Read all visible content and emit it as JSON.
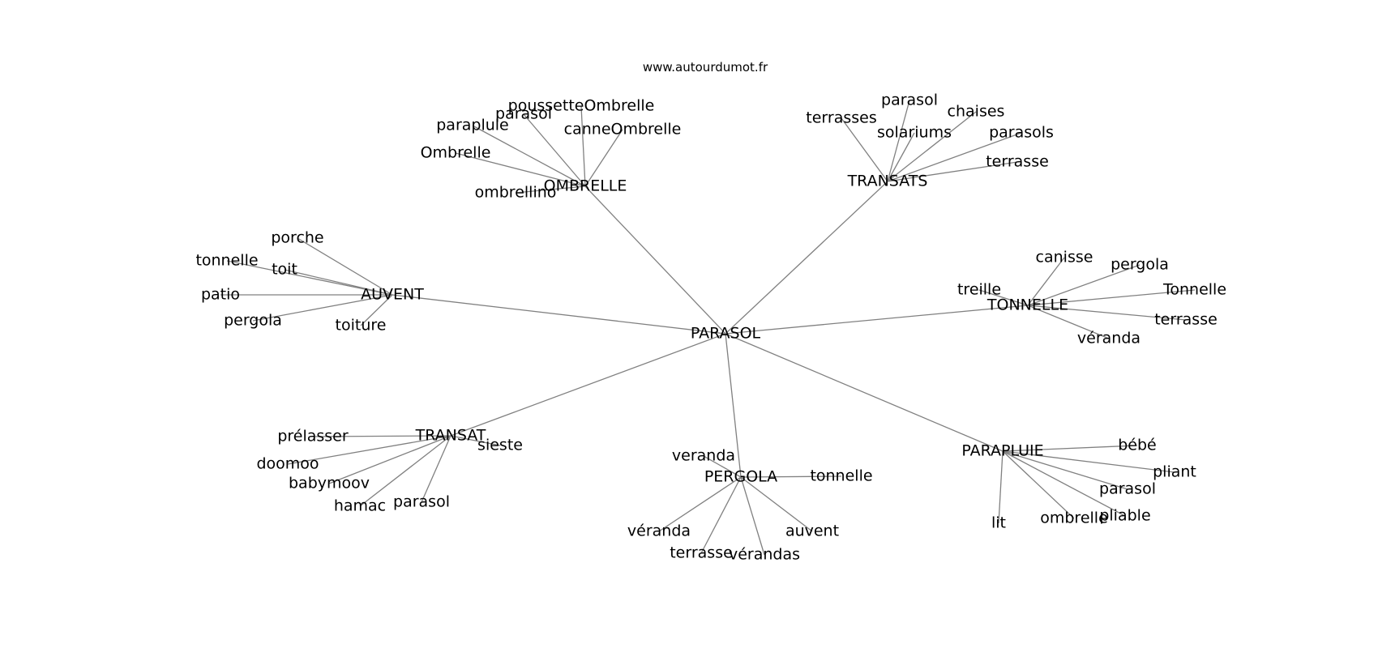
{
  "site": "www.autourdumot.fr",
  "edge_color": "#808080",
  "center": "PARASOL",
  "clusters": [
    {
      "label": "OMBRELLE",
      "words": [
        "poussetteOmbrelle",
        "parasol",
        "paraplule",
        "canneOmbrelle",
        "Ombrelle",
        "ombrellino"
      ]
    },
    {
      "label": "TRANSATS",
      "words": [
        "parasol",
        "terrasses",
        "chaises",
        "solariums",
        "parasols",
        "terrasse"
      ]
    },
    {
      "label": "AUVENT",
      "words": [
        "porche",
        "tonnelle",
        "toit",
        "patio",
        "pergola",
        "toiture"
      ]
    },
    {
      "label": "TONNELLE",
      "words": [
        "canisse",
        "pergola",
        "treille",
        "Tonnelle",
        "terrasse",
        "véranda"
      ]
    },
    {
      "label": "TRANSAT",
      "words": [
        "prélasser",
        "sieste",
        "doomoo",
        "babymoov",
        "hamac",
        "parasol"
      ]
    },
    {
      "label": "PERGOLA",
      "words": [
        "veranda",
        "tonnelle",
        "véranda",
        "auvent",
        "terrasse",
        "vérandas"
      ]
    },
    {
      "label": "PARAPLUIE",
      "words": [
        "bébé",
        "pliant",
        "parasol",
        "lit",
        "ombrelle",
        "pliable"
      ]
    }
  ]
}
